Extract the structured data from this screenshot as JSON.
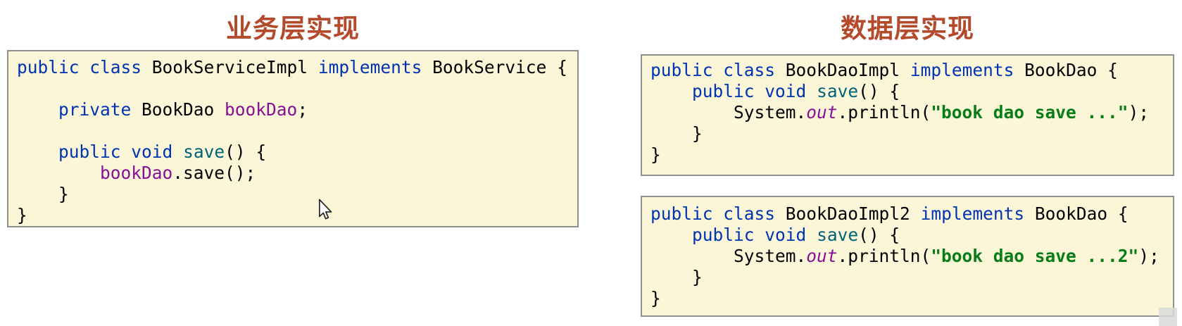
{
  "titles": {
    "left": "业务层实现",
    "right": "数据层实现"
  },
  "colors": {
    "title": "#b44a2c",
    "keyword": "#0033b3",
    "plain": "#000000",
    "field": "#871094",
    "method": "#00627a",
    "string": "#067d17",
    "box_bg": "#fbf6d7",
    "box_border": "#8e8e8e"
  },
  "code_blocks": {
    "service_impl": {
      "lines": [
        [
          [
            "kw",
            "public"
          ],
          [
            "pl",
            " "
          ],
          [
            "kw",
            "class"
          ],
          [
            "pl",
            " BookServiceImpl "
          ],
          [
            "kw",
            "implements"
          ],
          [
            "pl",
            " BookService {"
          ]
        ],
        [],
        [
          [
            "pl",
            "    "
          ],
          [
            "kw",
            "private"
          ],
          [
            "pl",
            " BookDao "
          ],
          [
            "fd",
            "bookDao"
          ],
          [
            "pl",
            ";"
          ]
        ],
        [],
        [
          [
            "pl",
            "    "
          ],
          [
            "kw",
            "public"
          ],
          [
            "pl",
            " "
          ],
          [
            "kw",
            "void"
          ],
          [
            "pl",
            " "
          ],
          [
            "mt",
            "save"
          ],
          [
            "pl",
            "() {"
          ]
        ],
        [
          [
            "pl",
            "        "
          ],
          [
            "fd",
            "bookDao"
          ],
          [
            "pl",
            ".save();"
          ]
        ],
        [
          [
            "pl",
            "    }"
          ]
        ],
        [
          [
            "pl",
            "}"
          ]
        ]
      ]
    },
    "dao_impl": {
      "lines": [
        [
          [
            "kw",
            "public"
          ],
          [
            "pl",
            " "
          ],
          [
            "kw",
            "class"
          ],
          [
            "pl",
            " BookDaoImpl "
          ],
          [
            "kw",
            "implements"
          ],
          [
            "pl",
            " BookDao {"
          ]
        ],
        [
          [
            "pl",
            "    "
          ],
          [
            "kw",
            "public"
          ],
          [
            "pl",
            " "
          ],
          [
            "kw",
            "void"
          ],
          [
            "pl",
            " "
          ],
          [
            "mt",
            "save"
          ],
          [
            "pl",
            "() {"
          ]
        ],
        [
          [
            "pl",
            "        System."
          ],
          [
            "fi",
            "out"
          ],
          [
            "pl",
            ".println("
          ],
          [
            "st",
            "\"book dao save ...\""
          ],
          [
            "pl",
            ");"
          ]
        ],
        [
          [
            "pl",
            "    }"
          ]
        ],
        [
          [
            "pl",
            "}"
          ]
        ]
      ]
    },
    "dao_impl2": {
      "lines": [
        [
          [
            "kw",
            "public"
          ],
          [
            "pl",
            " "
          ],
          [
            "kw",
            "class"
          ],
          [
            "pl",
            " BookDaoImpl2 "
          ],
          [
            "kw",
            "implements"
          ],
          [
            "pl",
            " BookDao {"
          ]
        ],
        [
          [
            "pl",
            "    "
          ],
          [
            "kw",
            "public"
          ],
          [
            "pl",
            " "
          ],
          [
            "kw",
            "void"
          ],
          [
            "pl",
            " "
          ],
          [
            "mt",
            "save"
          ],
          [
            "pl",
            "() {"
          ]
        ],
        [
          [
            "pl",
            "        System."
          ],
          [
            "fi",
            "out"
          ],
          [
            "pl",
            ".println("
          ],
          [
            "st",
            "\"book dao save ...2\""
          ],
          [
            "pl",
            ");"
          ]
        ],
        [
          [
            "pl",
            "    }"
          ]
        ],
        [
          [
            "pl",
            "}"
          ]
        ]
      ]
    }
  }
}
